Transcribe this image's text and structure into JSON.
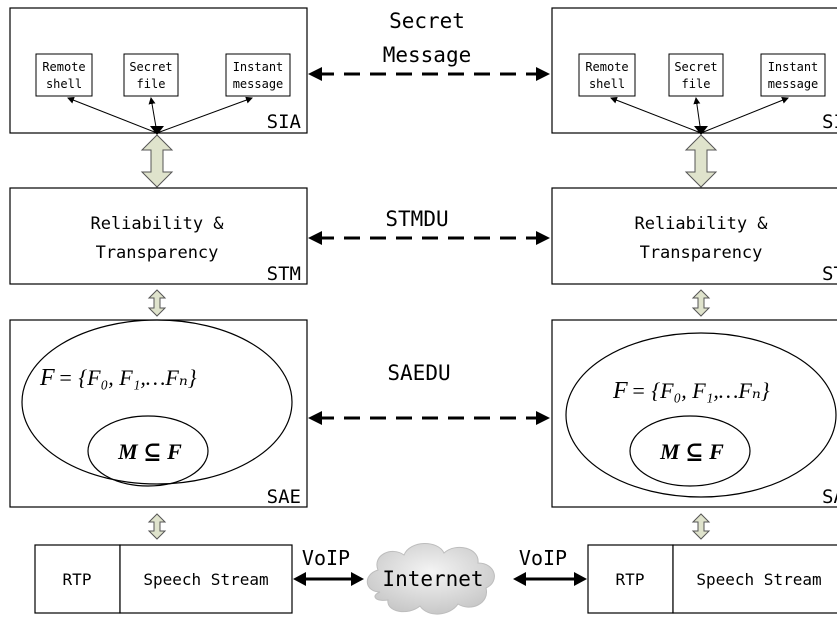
{
  "diagram": {
    "top_center_label_line1": "Secret",
    "top_center_label_line2": "Message",
    "stmdu_label": "STMDU",
    "saedu_label": "SAEDU",
    "voip_label": "VoIP",
    "internet_label": "Internet",
    "side": {
      "apps": [
        {
          "line1": "Remote",
          "line2": "shell"
        },
        {
          "line1": "Secret",
          "line2": "file"
        },
        {
          "line1": "Instant",
          "line2": "message"
        }
      ],
      "sia_label": "SIA",
      "stm_text_line1": "Reliability &",
      "stm_text_line2": "Transparency",
      "stm_label": "STM",
      "sae_formula_lhs": "F",
      "sae_formula_rhs": "= {F₀, F₁,…Fₙ}",
      "sae_subset": "M ⊆ F",
      "sae_label": "SAE",
      "rtp_label": "RTP",
      "speech_label": "Speech Stream"
    }
  },
  "colors": {
    "double_arrow_fill": "#dfe3cc",
    "cloud_fill": "#d9d9d9",
    "line": "#000000"
  }
}
